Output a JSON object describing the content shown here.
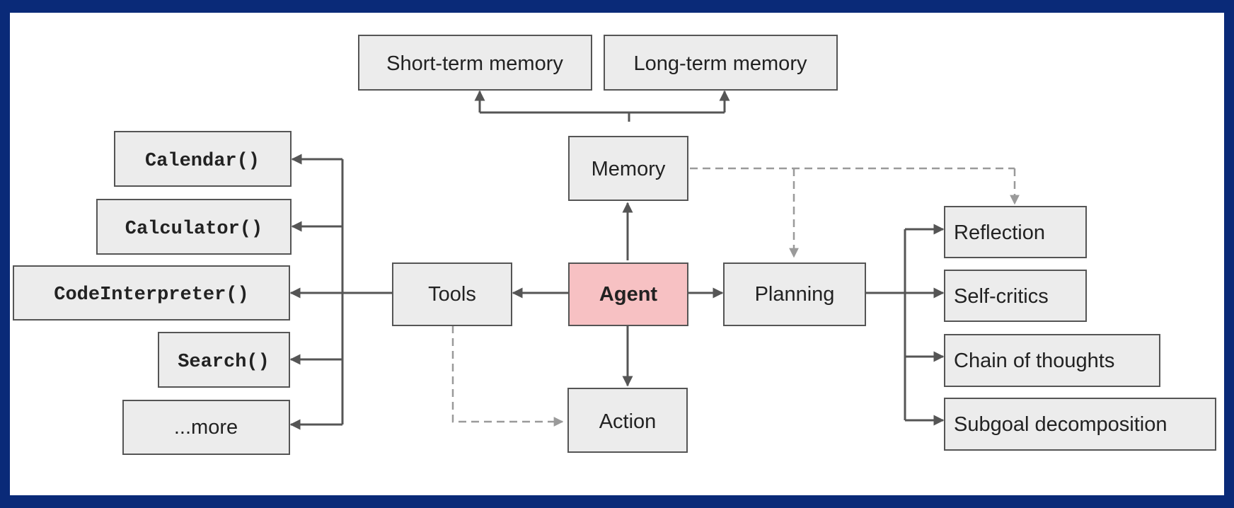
{
  "nodes": {
    "short_term_memory": "Short-term memory",
    "long_term_memory": "Long-term memory",
    "memory": "Memory",
    "agent": "Agent",
    "tools": "Tools",
    "planning": "Planning",
    "action": "Action",
    "calendar": "Calendar()",
    "calculator": "Calculator()",
    "code_interpreter": "CodeInterpreter()",
    "search": "Search()",
    "more": "...more",
    "reflection": "Reflection",
    "self_critics": "Self-critics",
    "chain_of_thoughts": "Chain of thoughts",
    "subgoal_decomposition": "Subgoal decomposition"
  },
  "edges": [
    {
      "from": "agent",
      "to": "memory",
      "style": "solid"
    },
    {
      "from": "agent",
      "to": "tools",
      "style": "solid"
    },
    {
      "from": "agent",
      "to": "planning",
      "style": "solid"
    },
    {
      "from": "agent",
      "to": "action",
      "style": "solid"
    },
    {
      "from": "memory",
      "to": "short_term_memory",
      "style": "solid"
    },
    {
      "from": "memory",
      "to": "long_term_memory",
      "style": "solid"
    },
    {
      "from": "memory",
      "to": "planning",
      "style": "dashed"
    },
    {
      "from": "memory",
      "to": "reflection",
      "style": "dashed"
    },
    {
      "from": "tools",
      "to": "action",
      "style": "dashed"
    },
    {
      "from": "tools",
      "to": "calendar",
      "style": "solid"
    },
    {
      "from": "tools",
      "to": "calculator",
      "style": "solid"
    },
    {
      "from": "tools",
      "to": "code_interpreter",
      "style": "solid"
    },
    {
      "from": "tools",
      "to": "search",
      "style": "solid"
    },
    {
      "from": "tools",
      "to": "more",
      "style": "solid"
    },
    {
      "from": "planning",
      "to": "reflection",
      "style": "solid"
    },
    {
      "from": "planning",
      "to": "self_critics",
      "style": "solid"
    },
    {
      "from": "planning",
      "to": "chain_of_thoughts",
      "style": "solid"
    },
    {
      "from": "planning",
      "to": "subgoal_decomposition",
      "style": "solid"
    }
  ],
  "colors": {
    "background": "#0a2a78",
    "panel": "#ffffff",
    "box_fill": "#ececec",
    "agent_fill": "#f7c1c3",
    "stroke": "#555555",
    "dashed_stroke": "#9a9a9a"
  }
}
